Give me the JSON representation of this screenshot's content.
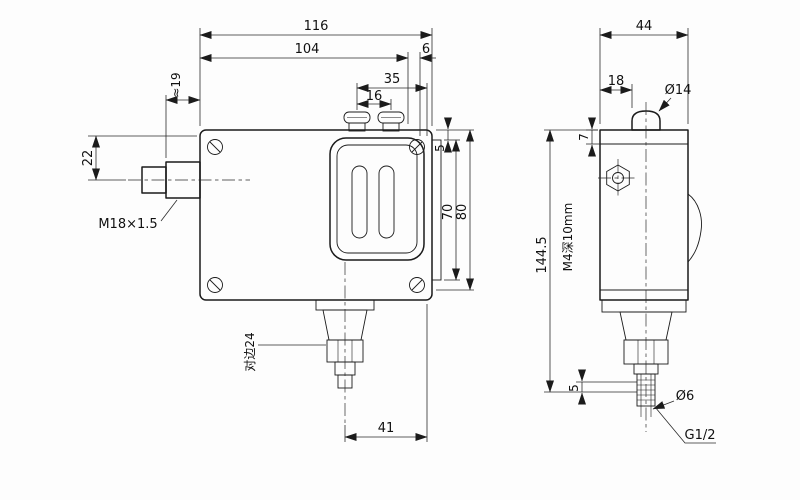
{
  "drawing": {
    "front": {
      "d116": "116",
      "d104": "104",
      "d35": "35",
      "d16": "16",
      "d6": "6",
      "d19": "≈19",
      "d22": "22",
      "d5": "5",
      "d70": "70",
      "d80": "80",
      "d41": "41",
      "thread_label": "M18×1.5",
      "hex_label": "对边24"
    },
    "side": {
      "d44": "44",
      "d18": "18",
      "d14": "Ø14",
      "d7": "7",
      "d1445": "144.5",
      "d5": "5",
      "d6": "Ø6",
      "screw_label": "M4深10mm",
      "thread_label": "G1/2"
    }
  }
}
